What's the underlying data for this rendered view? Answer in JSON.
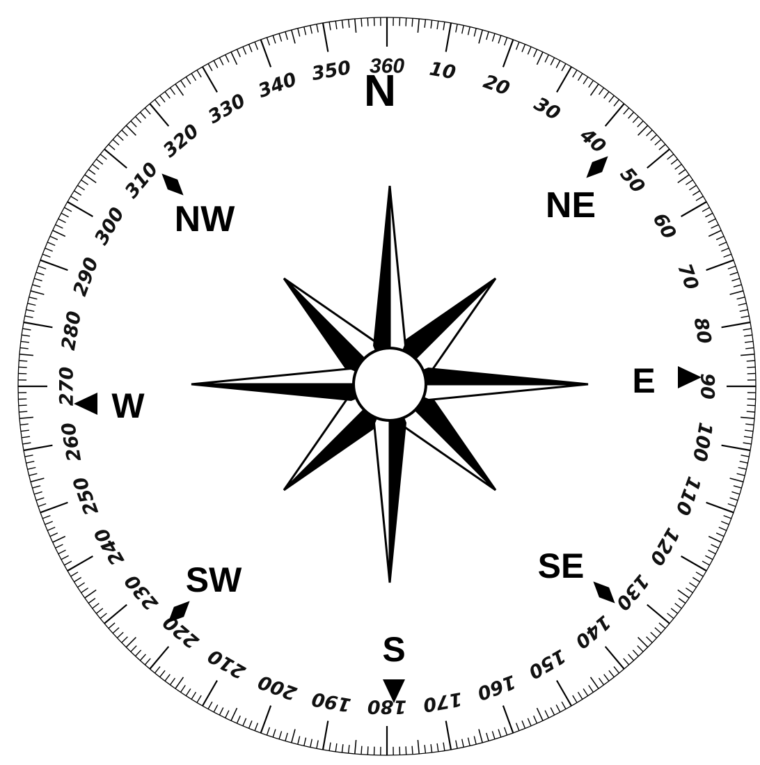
{
  "colors": {
    "ink": "#000000",
    "paper": "#ffffff",
    "north_degree": "#4b2a6e"
  },
  "compass": {
    "degree_labels": [
      "360",
      "10",
      "20",
      "30",
      "40",
      "50",
      "60",
      "70",
      "80",
      "90",
      "100",
      "110",
      "120",
      "130",
      "140",
      "150",
      "160",
      "170",
      "180",
      "190",
      "200",
      "210",
      "220",
      "230",
      "240",
      "250",
      "260",
      "270",
      "280",
      "290",
      "300",
      "310",
      "320",
      "330",
      "340",
      "350"
    ],
    "directions": {
      "north": "N",
      "northeast": "NE",
      "east": "E",
      "southeast": "SE",
      "south": "S",
      "southwest": "SW",
      "west": "W",
      "northwest": "NW"
    },
    "icons": {
      "cardinal_marker": "triangle-pointer-icon",
      "intercardinal_marker": "diamond-marker-icon",
      "rose": "compass-rose-icon"
    }
  }
}
